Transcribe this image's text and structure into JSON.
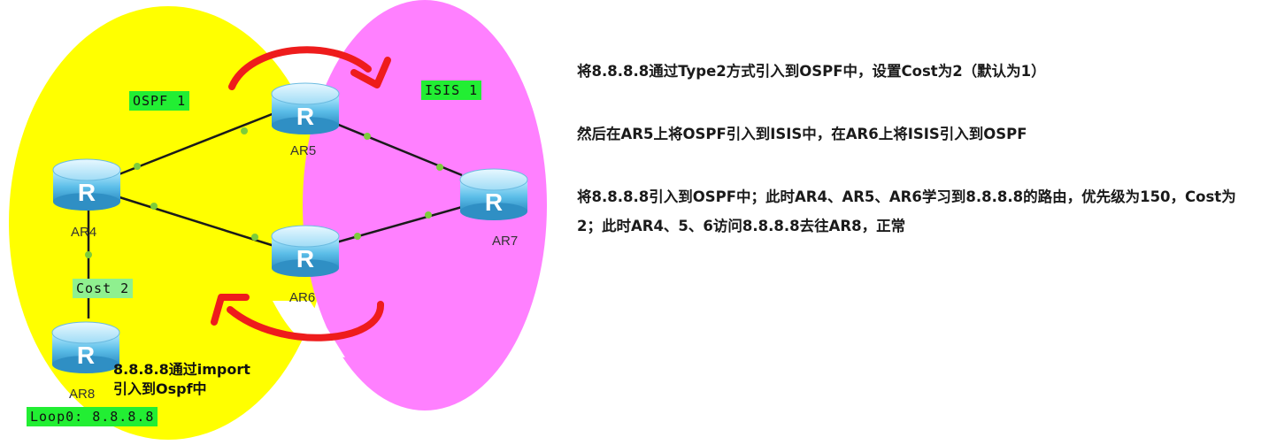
{
  "diagram": {
    "areas": {
      "ospf": "OSPF 1",
      "isis": "ISIS 1"
    },
    "routers": {
      "ar4": "AR4",
      "ar5": "AR5",
      "ar6": "AR6",
      "ar7": "AR7",
      "ar8": "AR8"
    },
    "router_glyph": "R",
    "cost_tag": "Cost 2",
    "loopback_tag": "Loop0: 8.8.8.8",
    "import_note": {
      "line1": "8.8.8.8通过import",
      "line2": "引入到Ospf中"
    },
    "colors": {
      "ospf_area": "#ffff00",
      "isis_area": "#ff80ff",
      "arrow": "#ee1c1c",
      "link": "#1a1a1a",
      "port_dot": "#7dcc3c",
      "tag_green": "#22ee33"
    }
  },
  "description": {
    "p1": "将8.8.8.8通过Type2方式引入到OSPF中，设置Cost为2（默认为1）",
    "p2": "然后在AR5上将OSPF引入到ISIS中，在AR6上将ISIS引入到OSPF",
    "p3": "将8.8.8.8引入到OSPF中；此时AR4、AR5、AR6学习到8.8.8.8的路由，优先级为150，Cost为2；此时AR4、5、6访问8.8.8.8去往AR8，正常"
  }
}
